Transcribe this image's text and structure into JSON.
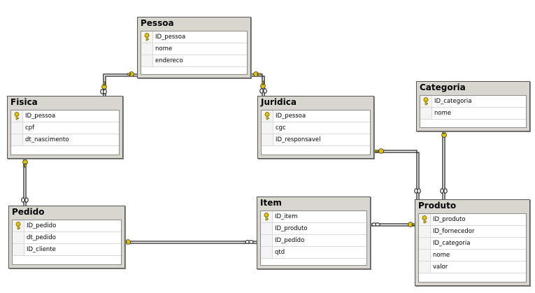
{
  "tables": {
    "pessoa": {
      "title": "Pessoa",
      "columns": [
        "ID_pessoa",
        "nome",
        "endereco"
      ]
    },
    "fisica": {
      "title": "Fisica",
      "columns": [
        "ID_pessoa",
        "cpf",
        "dt_nascimento"
      ]
    },
    "juridica": {
      "title": "Juridica",
      "columns": [
        "ID_pessoa",
        "cgc",
        "ID_responsavel"
      ]
    },
    "categoria": {
      "title": "Categoria",
      "columns": [
        "ID_categoria",
        "nome"
      ]
    },
    "pedido": {
      "title": "Pedido",
      "columns": [
        "ID_pedido",
        "dt_pedido",
        "ID_cliente"
      ]
    },
    "item": {
      "title": "Item",
      "columns": [
        "ID_item",
        "ID_produto",
        "ID_pedido",
        "qtd"
      ]
    },
    "produto": {
      "title": "Produto",
      "columns": [
        "ID_produto",
        "ID_fornecedor",
        "ID_categoria",
        "nome",
        "valor"
      ]
    }
  },
  "primary_keys": {
    "pessoa": [
      "ID_pessoa"
    ],
    "fisica": [
      "ID_pessoa"
    ],
    "juridica": [
      "ID_pessoa"
    ],
    "categoria": [
      "ID_categoria"
    ],
    "pedido": [
      "ID_pedido"
    ],
    "item": [
      "ID_item"
    ],
    "produto": [
      "ID_produto"
    ]
  },
  "relationships": [
    {
      "from": "pessoa",
      "to": "fisica",
      "one_end": "pessoa",
      "many_end": "fisica"
    },
    {
      "from": "pessoa",
      "to": "juridica",
      "one_end": "pessoa",
      "many_end": "juridica"
    },
    {
      "from": "fisica",
      "to": "pedido",
      "one_end": "fisica",
      "many_end": "pedido"
    },
    {
      "from": "pedido",
      "to": "item",
      "one_end": "pedido",
      "many_end": "item"
    },
    {
      "from": "produto",
      "to": "item",
      "one_end": "produto",
      "many_end": "item"
    },
    {
      "from": "categoria",
      "to": "produto",
      "one_end": "categoria",
      "many_end": "produto"
    },
    {
      "from": "juridica",
      "to": "produto",
      "one_end": "juridica",
      "many_end": "produto"
    }
  ],
  "colors": {
    "panel": "#d8d6ce",
    "key": "#e7c600",
    "line": "#222222"
  }
}
